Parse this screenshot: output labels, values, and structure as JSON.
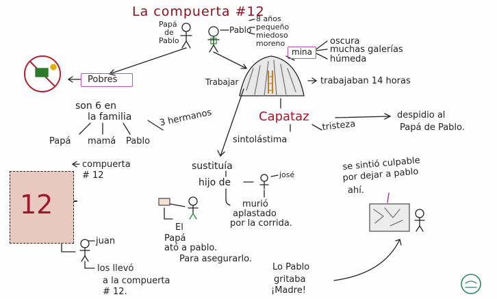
{
  "title": "La compuerta #12",
  "parents": [
    "Papá",
    "de",
    "Pablo"
  ],
  "pablo": {
    "name": "Pablo",
    "traits": [
      "8 años",
      "pequeño",
      "miedoso",
      "moreno"
    ]
  },
  "mina": {
    "label": "mina",
    "traits": [
      "oscura",
      "muchas galerías",
      "húmeda"
    ]
  },
  "trabajar": "Trabajar",
  "trabajaban": "trabajaban 14 horas",
  "pobres": {
    "label": "Pobres",
    "line1": "son 6 en",
    "line2": "la familia",
    "members": [
      "Papá",
      "mamá",
      "Pablo",
      "3 hermanos"
    ]
  },
  "capataz": {
    "label": "Capataz",
    "sintio": "sintolástima",
    "tristeza": "tristeza",
    "despidio": [
      "despidio al",
      "Papá de Pablo."
    ]
  },
  "sustituia": {
    "line": "sustituía",
    "hijo": "hijo de",
    "jose": "josé",
    "murio": [
      "murió",
      "aplastado",
      "por la corrida."
    ]
  },
  "culpable": [
    "se sintió culpable",
    "por dejar a pablo",
    "ahí."
  ],
  "compuerta": {
    "number": "12",
    "labels": [
      "compuerta",
      "# 12"
    ]
  },
  "juan": "juan",
  "llevo": [
    "los llevó",
    "a la compuerta",
    "# 12."
  ],
  "papa_ato": [
    "El",
    "Papá",
    "ató a pablo.",
    "Para asegurarlo."
  ],
  "gritaba": [
    "Lo Pablo",
    "gritaba",
    "¡Madre!"
  ],
  "colors": {
    "ink": "#222222",
    "title": "#8a1020",
    "box": "#c050b0",
    "card": "#e8c9c0",
    "capataz": "#a31428"
  }
}
